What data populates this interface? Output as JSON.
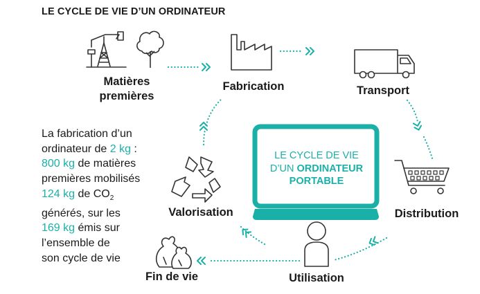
{
  "title": "LE CYCLE DE VIE D’UN ORDINATEUR",
  "stages": {
    "raw_materials": [
      "Matières",
      "premières"
    ],
    "manufacturing": "Fabrication",
    "transport": "Transport",
    "distribution": "Distribution",
    "use": "Utilisation",
    "end_of_life": "Fin de vie",
    "recovery": "Valorisation"
  },
  "center": {
    "line1": "LE CYCLE DE VIE",
    "line2_prefix": "D’UN ",
    "line2_bold": "ORDINATEUR",
    "line3_bold": "PORTABLE"
  },
  "facts": {
    "fact1_text": "La fabrication d’un",
    "fact1_text2": "ordinateur de ",
    "fact1_value": "2 kg",
    "fact1_suffix": " :",
    "fact2_value": "800 kg",
    "fact2_text": " de matières",
    "fact2_text2": "premières mobilisés",
    "fact3_value": "124 kg",
    "fact3_text": " de CO",
    "fact3_sub": "2",
    "fact3_text2": "générés, sur les",
    "fact4_value": "169 kg",
    "fact4_text": " émis sur",
    "fact4_text2": "l’ensemble de",
    "fact4_text3": "son cycle de vie"
  },
  "colors": {
    "accent": "#1ab0a8",
    "dark": "#1a1a1a",
    "icon_stroke": "#333333"
  },
  "icons": [
    "oil-derrick-icon",
    "tree-icon",
    "factory-icon",
    "truck-icon",
    "shopping-cart-icon",
    "person-icon",
    "garbage-bags-icon",
    "recycle-icon",
    "laptop-icon"
  ]
}
